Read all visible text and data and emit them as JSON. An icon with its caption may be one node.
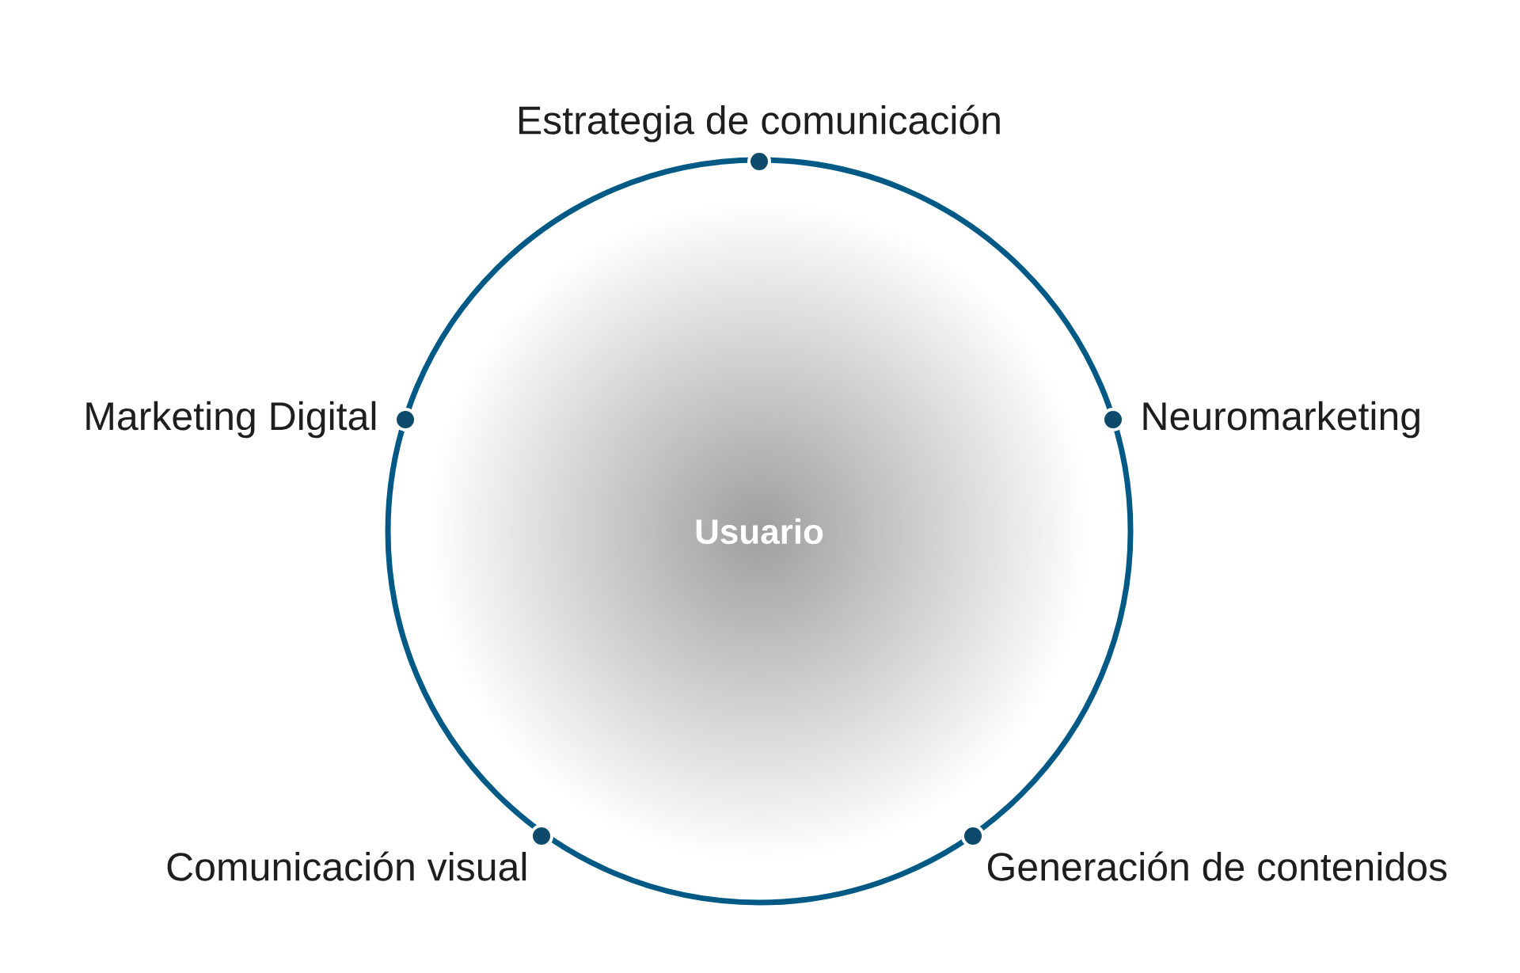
{
  "diagram": {
    "nodes": [
      {
        "text": [
          "Usuario"
        ]
      },
      {
        "text": [
          "Estrategia de comunicación"
        ]
      },
      {
        "text": [
          "Neuromarketing"
        ]
      },
      {
        "text": [
          "Generación de contenidos"
        ]
      },
      {
        "text": [
          "Comunicación visual"
        ]
      },
      {
        "text": [
          "Marketing Digital"
        ]
      }
    ]
  }
}
